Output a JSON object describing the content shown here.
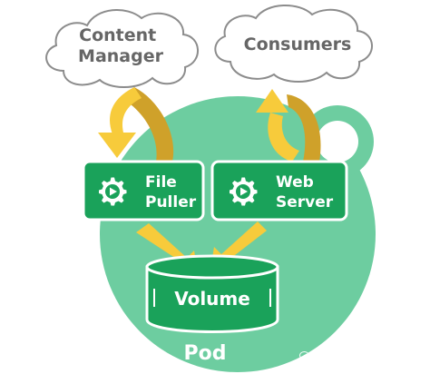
{
  "diagram": {
    "clouds": {
      "content_manager": [
        "Content",
        "Manager"
      ],
      "consumers": "Consumers"
    },
    "boxes": {
      "file_puller": [
        "File",
        "Puller"
      ],
      "web_server": [
        "Web",
        "Server"
      ]
    },
    "volume": "Volume",
    "pod": "Pod"
  },
  "watermark": "Linux运维交流社区",
  "icons": [
    "gear-play-icon",
    "gear-play-icon",
    "wechat-icon"
  ],
  "colors": {
    "pod_green": "#6dcda0",
    "box_green": "#1aa25a",
    "box_border": "#ffffff",
    "arrow_yellow": "#f7cb3b",
    "arrow_dark": "#cfa12a",
    "cloud_fill": "#ffffff",
    "cloud_stroke": "#8c8c8c",
    "cloud_text": "#666666"
  }
}
